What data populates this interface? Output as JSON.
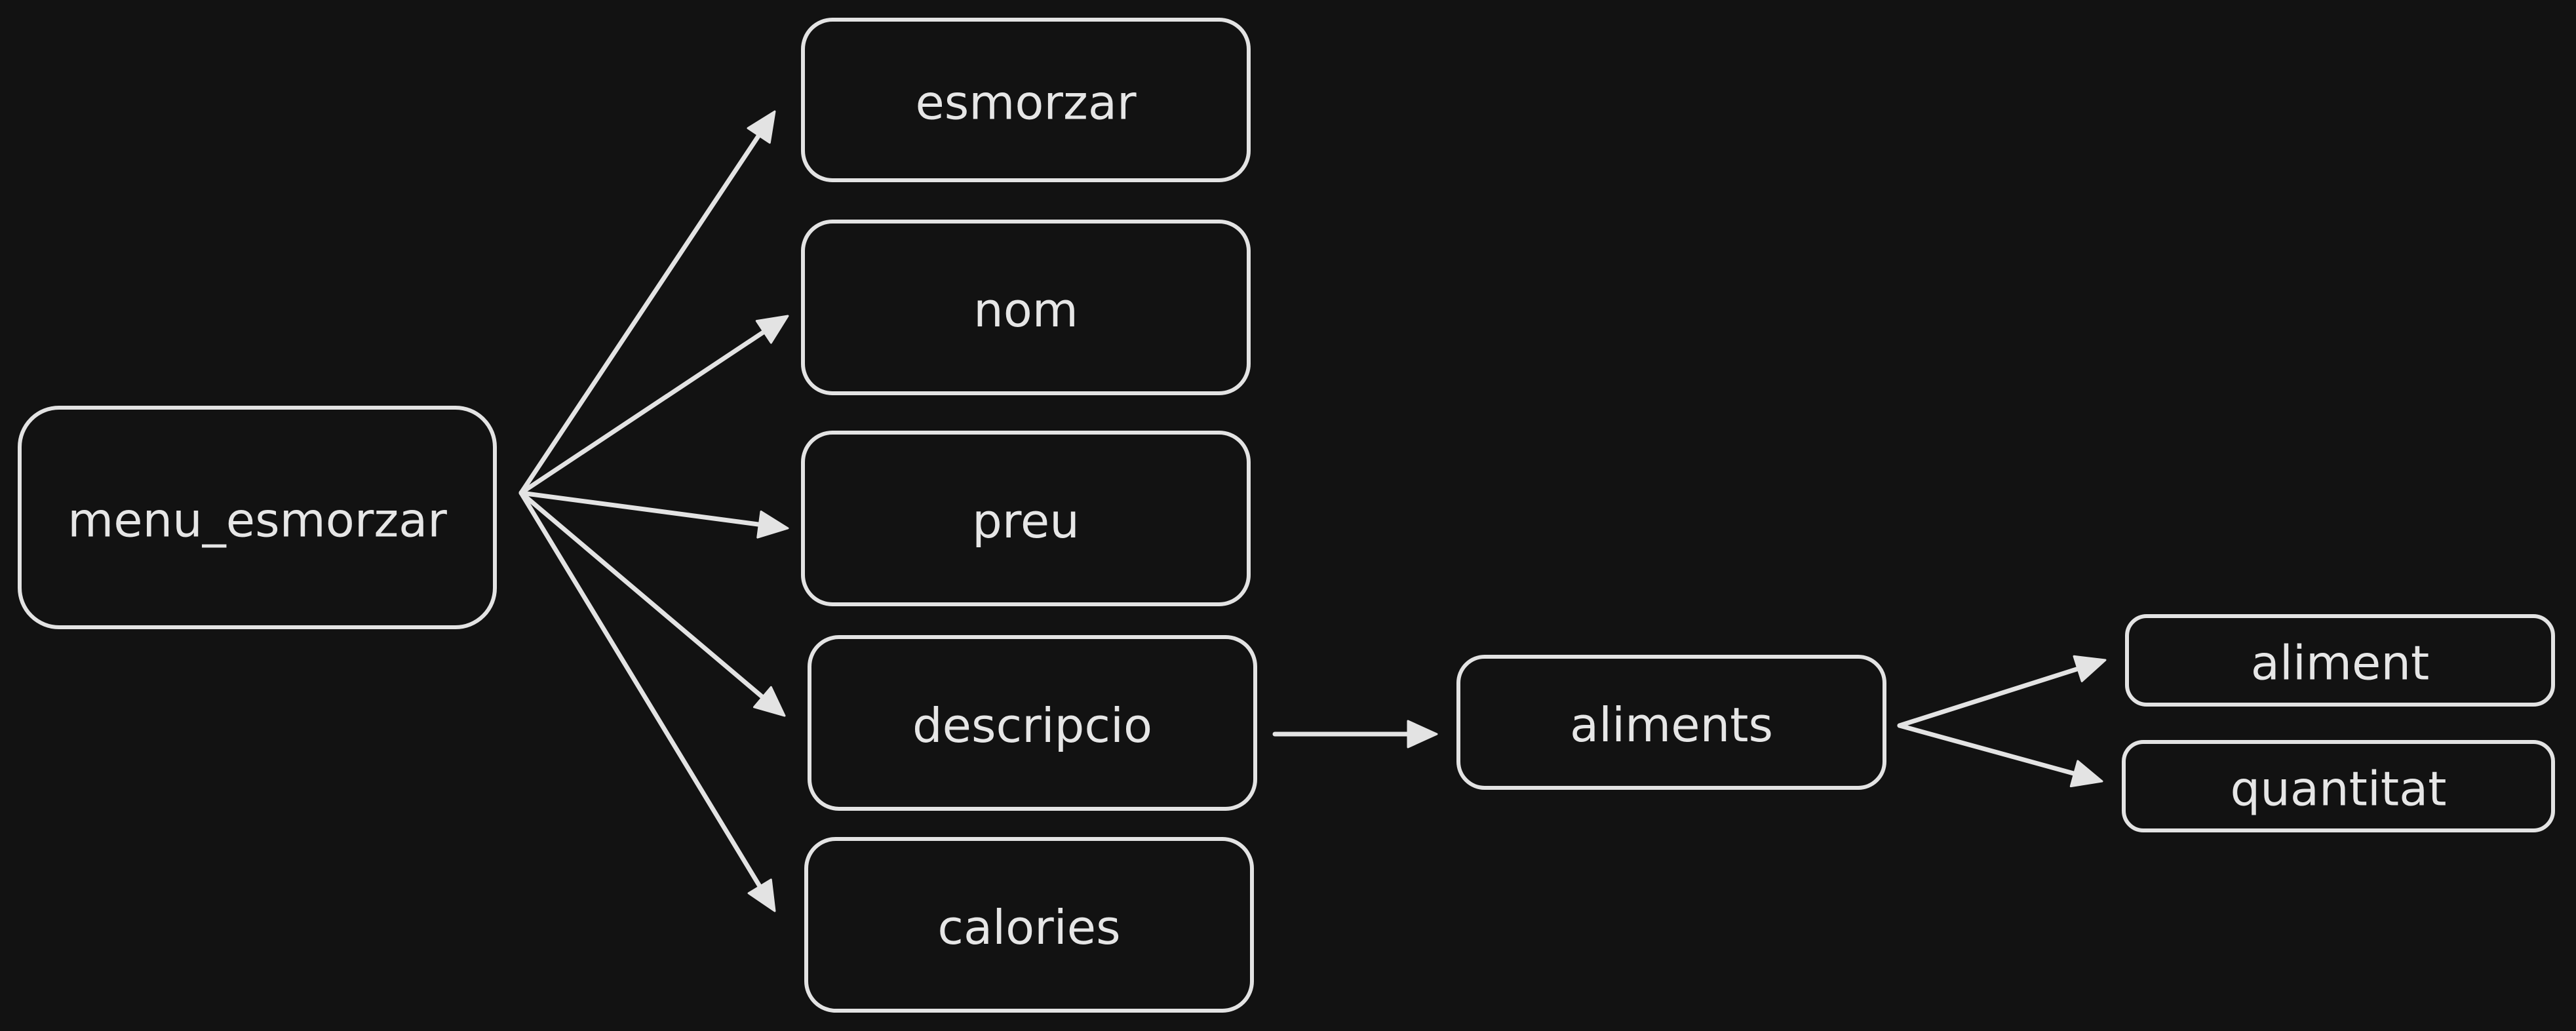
{
  "diagram": {
    "background": "#121212",
    "stroke_color": "#e3e3e3",
    "text_color": "#e6e6e6",
    "nodes": [
      {
        "id": "menu_esmorzar",
        "label": "menu_esmorzar"
      },
      {
        "id": "esmorzar",
        "label": "esmorzar"
      },
      {
        "id": "nom",
        "label": "nom"
      },
      {
        "id": "preu",
        "label": "preu"
      },
      {
        "id": "descripcio",
        "label": "descripcio"
      },
      {
        "id": "calories",
        "label": "calories"
      },
      {
        "id": "aliments",
        "label": "aliments"
      },
      {
        "id": "aliment",
        "label": "aliment"
      },
      {
        "id": "quantitat",
        "label": "quantitat"
      }
    ],
    "edges": [
      {
        "from": "menu_esmorzar",
        "to": "esmorzar"
      },
      {
        "from": "menu_esmorzar",
        "to": "nom"
      },
      {
        "from": "menu_esmorzar",
        "to": "preu"
      },
      {
        "from": "menu_esmorzar",
        "to": "descripcio"
      },
      {
        "from": "menu_esmorzar",
        "to": "calories"
      },
      {
        "from": "descripcio",
        "to": "aliments"
      },
      {
        "from": "aliments",
        "to": "aliment"
      },
      {
        "from": "aliments",
        "to": "quantitat"
      }
    ]
  }
}
